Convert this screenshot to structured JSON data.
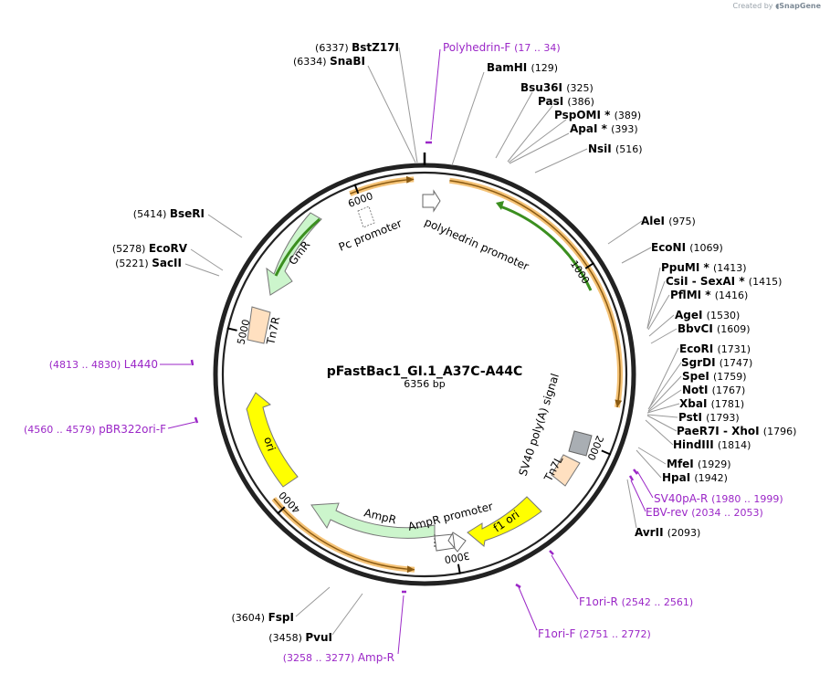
{
  "brand": {
    "prefix": "Created by",
    "name": "SnapGene"
  },
  "plasmid": {
    "name": "pFastBac1_GI.1_A37C-A44C",
    "size_label": "6356 bp",
    "length": 6356
  },
  "ticks": [
    {
      "bp": 1000,
      "label": "1000"
    },
    {
      "bp": 2000,
      "label": "2000"
    },
    {
      "bp": 3000,
      "label": "3000"
    },
    {
      "bp": 4000,
      "label": "4000"
    },
    {
      "bp": 5000,
      "label": "5000"
    },
    {
      "bp": 6000,
      "label": "6000"
    }
  ],
  "features": [
    {
      "name": "polyhedrin promoter",
      "start": 1,
      "end": 130,
      "type": "promoter",
      "color": "#ffffff"
    },
    {
      "name": "Pc promoter",
      "start": 6235,
      "end": 6356,
      "type": "promoter-small",
      "color": "#ffffff"
    },
    {
      "name": "GmR",
      "start": 5450,
      "end": 5980,
      "type": "gene",
      "color": "#ccf5cc"
    },
    {
      "name": "Tn7R",
      "start": 4990,
      "end": 5225,
      "type": "box",
      "color": "#ffe0c0"
    },
    {
      "name": "ori",
      "start": 4060,
      "end": 4650,
      "type": "ori",
      "color": "#ffff00"
    },
    {
      "name": "AmpR",
      "start": 3330,
      "end": 3980,
      "type": "gene",
      "color": "#ccf5cc"
    },
    {
      "name": "AmpR promoter",
      "start": 3210,
      "end": 3330,
      "type": "promoter",
      "color": "#ffffff"
    },
    {
      "name": "f1 ori",
      "start": 2790,
      "end": 3060,
      "type": "ori",
      "color": "#ffff00"
    },
    {
      "name": "Tn7L",
      "start": 2370,
      "end": 2540,
      "type": "box",
      "color": "#ffe0c0"
    },
    {
      "name": "SV40 poly(A) signal",
      "start": 2180,
      "end": 2310,
      "type": "box",
      "color": "#a9aeb3"
    }
  ],
  "enzymes": [
    {
      "name": "BstZ17I",
      "pos": "(6337)"
    },
    {
      "name": "SnaBI",
      "pos": "(6334)"
    },
    {
      "name": "BamHI",
      "pos": "(129)"
    },
    {
      "name": "Bsu36I",
      "pos": "(325)"
    },
    {
      "name": "PasI",
      "pos": "(386)"
    },
    {
      "name": "PspOMI *",
      "pos": "(389)"
    },
    {
      "name": "ApaI *",
      "pos": "(393)"
    },
    {
      "name": "NsiI",
      "pos": "(516)"
    },
    {
      "name": "AleI",
      "pos": "(975)"
    },
    {
      "name": "EcoNI",
      "pos": "(1069)"
    },
    {
      "name": "PpuMI *",
      "pos": "(1413)"
    },
    {
      "name": "CsiI  - SexAI *",
      "pos": "(1415)"
    },
    {
      "name": "PflMI *",
      "pos": "(1416)"
    },
    {
      "name": "AgeI",
      "pos": "(1530)"
    },
    {
      "name": "BbvCI",
      "pos": "(1609)"
    },
    {
      "name": "EcoRI",
      "pos": "(1731)"
    },
    {
      "name": "SgrDI",
      "pos": "(1747)"
    },
    {
      "name": "SpeI",
      "pos": "(1759)"
    },
    {
      "name": "NotI",
      "pos": "(1767)"
    },
    {
      "name": "XbaI",
      "pos": "(1781)"
    },
    {
      "name": "PstI",
      "pos": "(1793)"
    },
    {
      "name": "PaeR7I  - XhoI",
      "pos": "(1796)"
    },
    {
      "name": "HindIII",
      "pos": "(1814)"
    },
    {
      "name": "MfeI",
      "pos": "(1929)"
    },
    {
      "name": "HpaI",
      "pos": "(1942)"
    },
    {
      "name": "AvrII",
      "pos": "(2093)"
    },
    {
      "name": "FspI",
      "pos": "(3604)"
    },
    {
      "name": "PvuI",
      "pos": "(3458)"
    },
    {
      "name": "BseRI",
      "pos": "(5414)"
    },
    {
      "name": "EcoRV",
      "pos": "(5278)"
    },
    {
      "name": "SacII",
      "pos": "(5221)"
    }
  ],
  "primers": [
    {
      "name": "Polyhedrin-F",
      "range": "(17 .. 34)"
    },
    {
      "name": "SV40pA-R",
      "range": "(1980 .. 1999)"
    },
    {
      "name": "EBV-rev",
      "range": "(2034 .. 2053)"
    },
    {
      "name": "F1ori-R",
      "range": "(2542 .. 2561)"
    },
    {
      "name": "F1ori-F",
      "range": "(2751 .. 2772)"
    },
    {
      "name": "Amp-R",
      "range": "(3258 .. 3277)"
    },
    {
      "name": "pBR322ori-F",
      "range": "(4560 .. 4579)"
    },
    {
      "name": "L4440",
      "range": "(4813 .. 4830)"
    }
  ]
}
